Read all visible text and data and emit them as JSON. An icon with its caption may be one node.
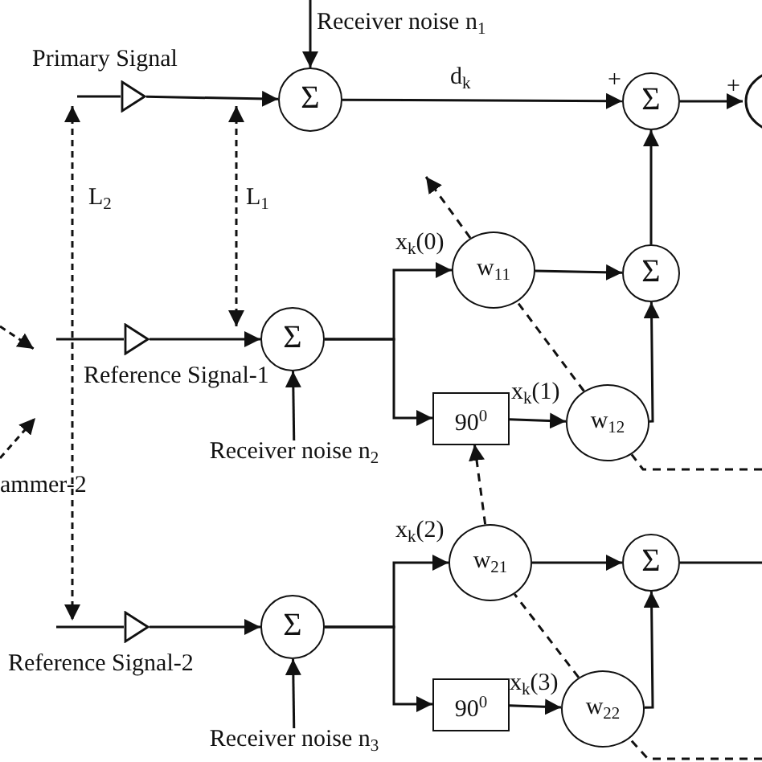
{
  "diagram": {
    "nodes": [
      {
        "text": [],
        "shape": "triangle"
      },
      {
        "text": [
          "Σ"
        ]
      },
      {
        "text": [
          "Σ"
        ]
      },
      {
        "text": [],
        "shape": "circle"
      },
      {
        "text": [],
        "shape": "triangle"
      },
      {
        "text": [
          "Σ"
        ]
      },
      {
        "text": [
          "w$_{11}$"
        ]
      },
      {
        "text": [
          "Σ"
        ]
      },
      {
        "text": [
          "90$^{0}$"
        ]
      },
      {
        "text": [
          "w$_{12}$"
        ]
      },
      {
        "text": [
          "Receiver noise n$_{2}$"
        ]
      },
      {
        "text": [
          "w$_{21}$"
        ]
      },
      {
        "text": [
          "Σ"
        ]
      },
      {
        "text": [],
        "shape": "triangle"
      },
      {
        "text": [
          "Σ"
        ]
      },
      {
        "text": [
          "90$^{0}$"
        ]
      },
      {
        "text": [
          "w$_{22}$"
        ]
      },
      {
        "text": [
          "Receiver noise n$_{3}$"
        ]
      }
    ],
    "edges": [
      {
        "from": null,
        "to": 1,
        "arrow": "to"
      },
      {
        "from": null,
        "to": 0,
        "arrow": "none"
      },
      {
        "from": 0,
        "to": 1,
        "arrow": "to"
      },
      {
        "from": 1,
        "to": 2,
        "arrow": "to",
        "label": "d$_{k}$"
      },
      {
        "from": 2,
        "to": 3,
        "arrow": "to"
      },
      {
        "from": 7,
        "to": 2,
        "arrow": "to"
      },
      {
        "from": null,
        "to": 4,
        "arrow": "none"
      },
      {
        "from": 4,
        "to": 5,
        "arrow": "to"
      },
      {
        "from": 5,
        "to": 6,
        "arrow": "to",
        "label": "x$_{k}$(0)"
      },
      {
        "from": 5,
        "to": 8,
        "arrow": "to"
      },
      {
        "from": 8,
        "to": 9,
        "arrow": "to",
        "label": "x$_{k}$(1)"
      },
      {
        "from": 6,
        "to": 7,
        "arrow": "to"
      },
      {
        "from": 9,
        "to": 7,
        "arrow": "to"
      },
      {
        "from": 10,
        "to": 5,
        "arrow": "to"
      },
      {
        "from": 9,
        "to": 6,
        "arrow": "none",
        "style": "dashed"
      },
      {
        "from": 6,
        "to": null,
        "arrow": "to",
        "style": "dashed"
      },
      {
        "from": null,
        "to": 9,
        "arrow": "none",
        "style": "dashed"
      },
      {
        "from": null,
        "to": 13,
        "arrow": "none"
      },
      {
        "from": 13,
        "to": 14,
        "arrow": "to"
      },
      {
        "from": 14,
        "to": 11,
        "arrow": "to",
        "label": "x$_{k}$(2)"
      },
      {
        "from": 14,
        "to": 15,
        "arrow": "to"
      },
      {
        "from": 15,
        "to": 16,
        "arrow": "to",
        "label": "x$_{k}$(3)"
      },
      {
        "from": 11,
        "to": 12,
        "arrow": "to"
      },
      {
        "from": 16,
        "to": 12,
        "arrow": "to"
      },
      {
        "from": 17,
        "to": 14,
        "arrow": "to"
      },
      {
        "from": 16,
        "to": 11,
        "arrow": "none",
        "style": "dashed"
      },
      {
        "from": 11,
        "to": 8,
        "arrow": "to",
        "style": "dashed"
      },
      {
        "from": null,
        "to": 16,
        "arrow": "none",
        "style": "dashed"
      },
      {
        "from": 12,
        "to": null,
        "arrow": "none"
      }
    ],
    "labels": [
      "Receiver noise n$_{1}$",
      "Primary Signal",
      "+",
      "+",
      "L$_{2}$",
      "L$_{1}$",
      "Reference Signal-1",
      "ammer-2",
      "Reference Signal-2"
    ]
  }
}
